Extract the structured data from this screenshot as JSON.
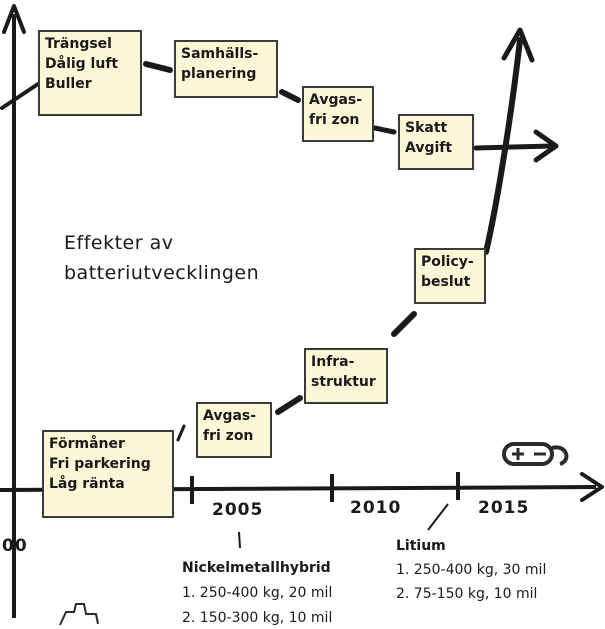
{
  "heading": {
    "line1": "Effekter av",
    "line2": "batteriutvecklingen"
  },
  "boxes": {
    "trangsel": [
      "Trängsel",
      "Dålig luft",
      "Buller"
    ],
    "samhall": [
      "Samhälls-",
      "planering"
    ],
    "avgas_top": [
      "Avgas-",
      "fri zon"
    ],
    "skatt": [
      "Skatt",
      "Avgift"
    ],
    "policy": [
      "Policy-",
      "beslut"
    ],
    "infra": [
      "Infra-",
      "struktur"
    ],
    "avgas_low": [
      "Avgas-",
      "fri zon"
    ],
    "formaner": [
      "Förmåner",
      "Fri parkering",
      "Låg ränta"
    ]
  },
  "axis": {
    "years": [
      "2005",
      "2010",
      "2015"
    ],
    "partial_year": "00"
  },
  "batteries": {
    "nimh": {
      "title": "Nickelmetallhybrid",
      "lines": [
        "1. 250-400 kg, 20 mil",
        "2. 150-300 kg, 10 mil"
      ]
    },
    "litium": {
      "title": "Litium",
      "lines": [
        "1. 250-400 kg, 30 mil",
        "2. 75-150 kg, 10 mil"
      ]
    }
  },
  "colors": {
    "box_fill": "#fbf8d8",
    "ink": "#1a1a1a"
  }
}
